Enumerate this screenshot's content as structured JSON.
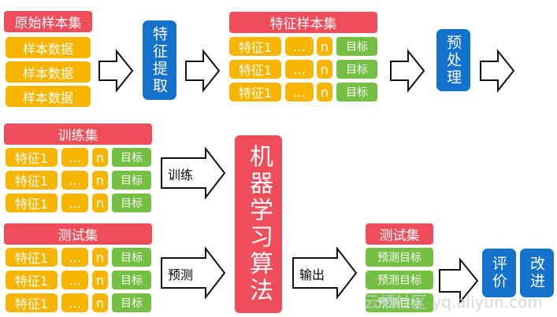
{
  "raw": {
    "title": "原始样本集",
    "rows": [
      "样本数据",
      "样本数据",
      "样本数据"
    ]
  },
  "extract_label": "特征提取",
  "feature_set": {
    "title": "特征样本集",
    "feature": "特征1",
    "ellipsis": "...",
    "n": "n",
    "target": "目标"
  },
  "preprocess_label": "预处理",
  "train_set": {
    "title": "训练集",
    "feature": "特征1",
    "ellipsis": "...",
    "n": "n",
    "target": "目标"
  },
  "test_set": {
    "title": "测试集",
    "feature": "特征1",
    "ellipsis": "...",
    "n": "n",
    "target": "目标"
  },
  "arrows": {
    "train": "训练",
    "predict": "预测",
    "output": "输出"
  },
  "algorithm_label": "机器学习算法",
  "predict_set": {
    "title": "测试集",
    "rows": [
      "预测目标",
      "预测目标",
      "预测目标"
    ]
  },
  "evaluate_label": "评价",
  "improve_label": "改进",
  "watermark": "云栖社区 yq.aliyun.com",
  "colors": {
    "red": "#f04d5a",
    "yellow": "#f8b500",
    "green": "#74c043",
    "blue": "#1572cc"
  }
}
